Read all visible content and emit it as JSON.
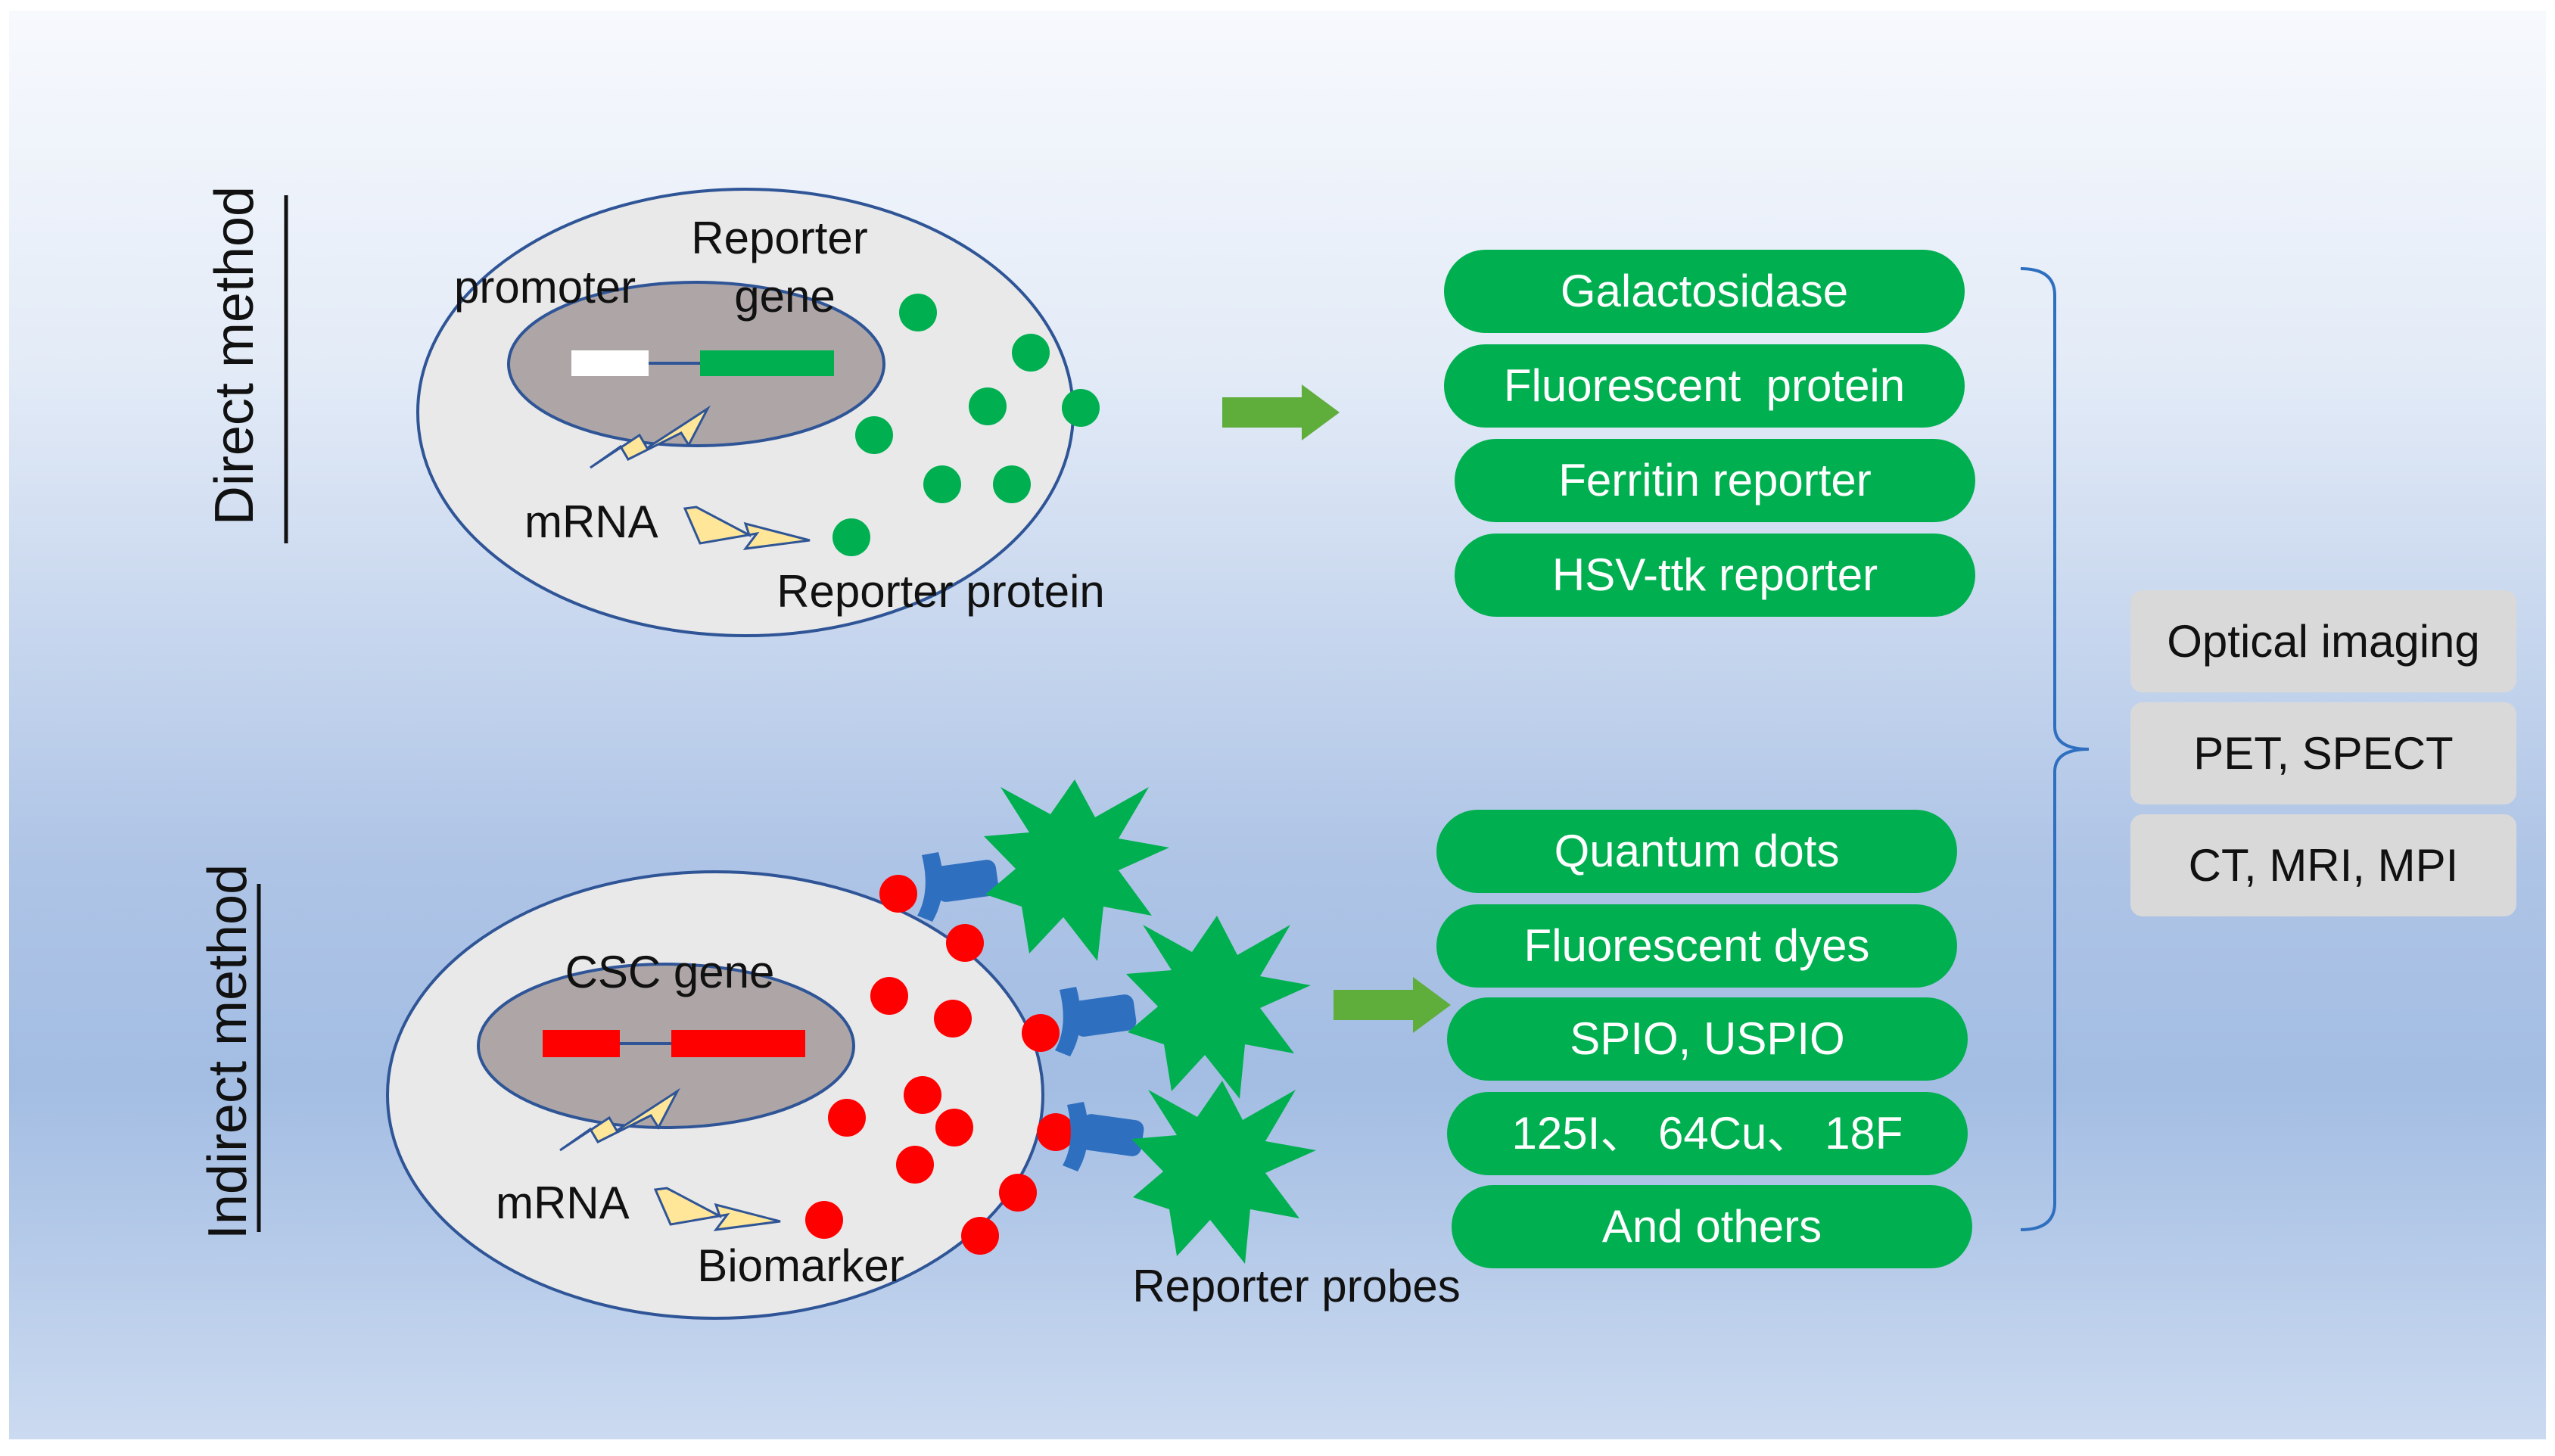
{
  "direct": {
    "side_label": "Direct method",
    "promoter": "promoter",
    "reporter_gene_line1": "Reporter",
    "reporter_gene_line2": "gene",
    "mrna": "mRNA",
    "reporter_protein": "Reporter protein",
    "reporters": [
      "Galactosidase",
      "Fluorescent  protein",
      "Ferritin reporter",
      "HSV-ttk reporter"
    ]
  },
  "indirect": {
    "side_label": "Indirect method",
    "csc_gene": "CSC gene",
    "mrna": "mRNA",
    "biomarker": "Biomarker",
    "reporter_probes": "Reporter probes",
    "probes": [
      "Quantum dots",
      "Fluorescent dyes",
      "SPIO, USPIO",
      "125I、 64Cu、 18F",
      "And others"
    ]
  },
  "modalities": [
    "Optical imaging",
    "PET, SPECT",
    "CT, MRI, MPI"
  ],
  "colors": {
    "green": "#00b050",
    "red": "#ff0000",
    "blue": "#2f6fbf",
    "arrow": "#5fae3c",
    "cell": "#e9e9e9",
    "nucleus": "#aea6a6",
    "bolt": "#ffe699",
    "box": "#d9d9d9"
  }
}
